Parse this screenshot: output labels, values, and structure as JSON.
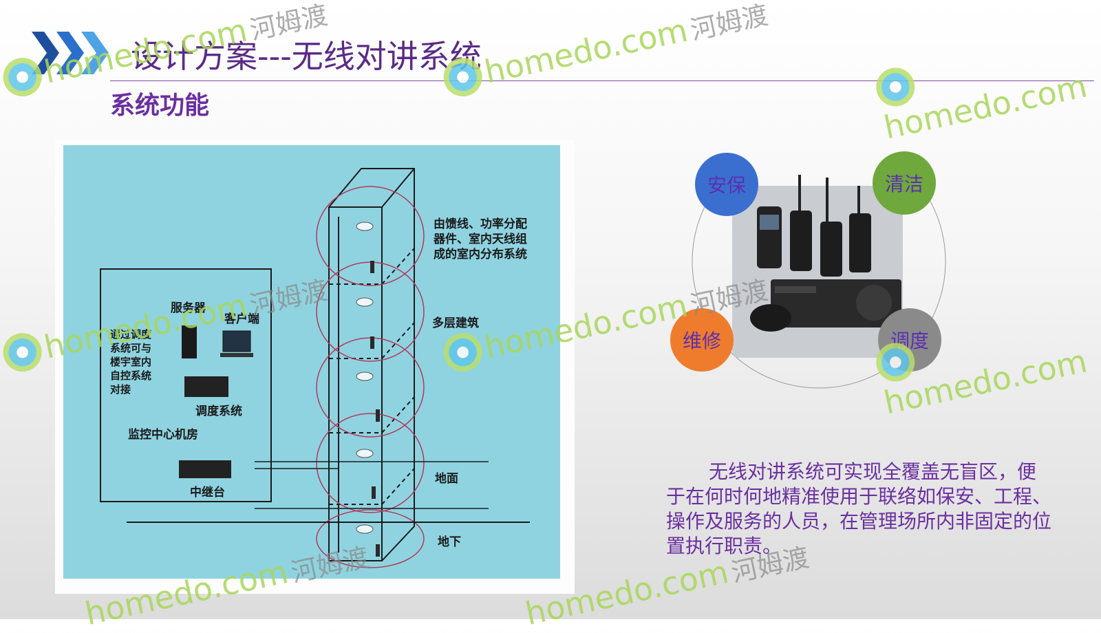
{
  "slide": {
    "title": "设计方案---无线对讲系统",
    "subtitle": "系统功能"
  },
  "diagram": {
    "labels": {
      "distribution_line1": "由馈线、功率分配",
      "distribution_line2": "器件、室内天线组",
      "distribution_line3": "成的室内分布系统",
      "multi_floor": "多层建筑",
      "ground": "地面",
      "underground": "地下",
      "server": "服务器",
      "client": "客户端",
      "note_line1": "通过调度",
      "note_line2": "系统可与",
      "note_line3": "楼宇室内",
      "note_line4": "自控系统",
      "note_line5": "对接",
      "dispatch": "调度系统",
      "control_room": "监控中心机房",
      "repeater": "中继台"
    }
  },
  "functions": {
    "items": [
      {
        "label": "安保",
        "color": "#3a6fd0",
        "text_color": "#5b2fb0"
      },
      {
        "label": "清洁",
        "color": "#6fa83c",
        "text_color": "#5b2fb0"
      },
      {
        "label": "维修",
        "color": "#ef7c2c",
        "text_color": "#5b2fb0"
      },
      {
        "label": "调度",
        "color": "#8a8a8a",
        "text_color": "#5b2fb0"
      }
    ]
  },
  "description": {
    "text": "无线对讲系统可实现全覆盖无盲区，便于在何时何地精准使用于联络如保安、工程、操作及服务的人员，在管理场所内非固定的位置执行职责。"
  },
  "watermark": {
    "brand": "homedo.com",
    "cn": "河姆渡"
  },
  "colors": {
    "accent_purple": "#6a2fa0",
    "chevron_blue": "#2a6fc9",
    "diagram_bg": "#8fd3e0"
  }
}
